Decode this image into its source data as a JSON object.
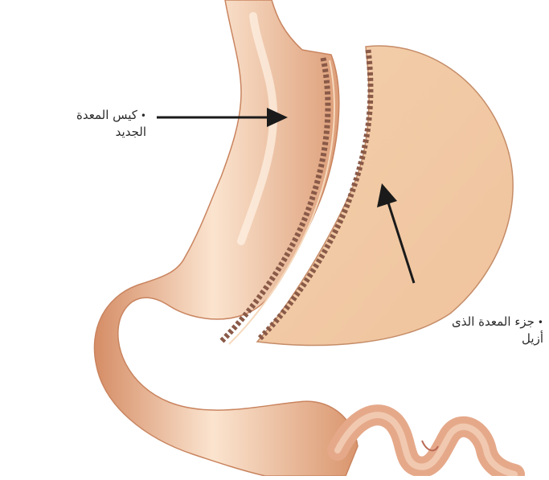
{
  "diagram": {
    "labels": {
      "new_pouch": {
        "line1": "كيس المعدة",
        "line2": "الجديد"
      },
      "removed_part": {
        "line1": "جزء المعدة الذى",
        "line2": "أزيل"
      }
    },
    "bullet": "•",
    "colors": {
      "tissue": "#f2c9a4",
      "tissue_shadow": "#d9956d",
      "tissue_highlight": "#fbe4cf",
      "staples": "#8a5a48",
      "arrow": "#1a1a1a",
      "background": "#ffffff"
    }
  }
}
